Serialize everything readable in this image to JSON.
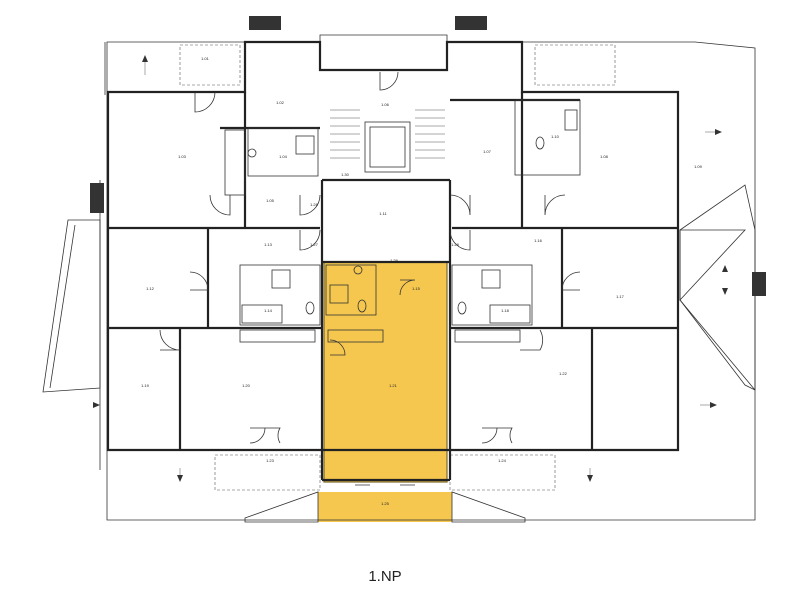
{
  "floor_label": "1.NP",
  "highlight_color": "#f5c74f",
  "rooms": [
    {
      "id": "r1",
      "label": "1.01"
    },
    {
      "id": "r2",
      "label": "1.02"
    },
    {
      "id": "r3",
      "label": "1.03"
    },
    {
      "id": "r4",
      "label": "1.04"
    },
    {
      "id": "r5",
      "label": "1.05"
    },
    {
      "id": "r6",
      "label": "1.06"
    },
    {
      "id": "r7",
      "label": "1.07"
    },
    {
      "id": "r8",
      "label": "1.08"
    },
    {
      "id": "r9",
      "label": "1.09"
    },
    {
      "id": "r10",
      "label": "1.10"
    },
    {
      "id": "r11",
      "label": "1.11"
    },
    {
      "id": "r12",
      "label": "1.12"
    },
    {
      "id": "r13",
      "label": "1.13"
    },
    {
      "id": "r14",
      "label": "1.14"
    },
    {
      "id": "r15",
      "label": "1.15"
    },
    {
      "id": "r16",
      "label": "1.16"
    },
    {
      "id": "r17",
      "label": "1.17"
    },
    {
      "id": "r18",
      "label": "1.18"
    },
    {
      "id": "r19",
      "label": "1.19"
    },
    {
      "id": "r20",
      "label": "1.20"
    },
    {
      "id": "r21",
      "label": "1.21"
    },
    {
      "id": "r22",
      "label": "1.22"
    },
    {
      "id": "r23",
      "label": "1.23"
    },
    {
      "id": "r24",
      "label": "1.24"
    },
    {
      "id": "r25",
      "label": "1.25"
    },
    {
      "id": "r26",
      "label": "1.26"
    },
    {
      "id": "r27",
      "label": "1.27"
    },
    {
      "id": "r28",
      "label": "1.28"
    },
    {
      "id": "r29",
      "label": "1.29"
    },
    {
      "id": "r30",
      "label": "1.30"
    }
  ]
}
